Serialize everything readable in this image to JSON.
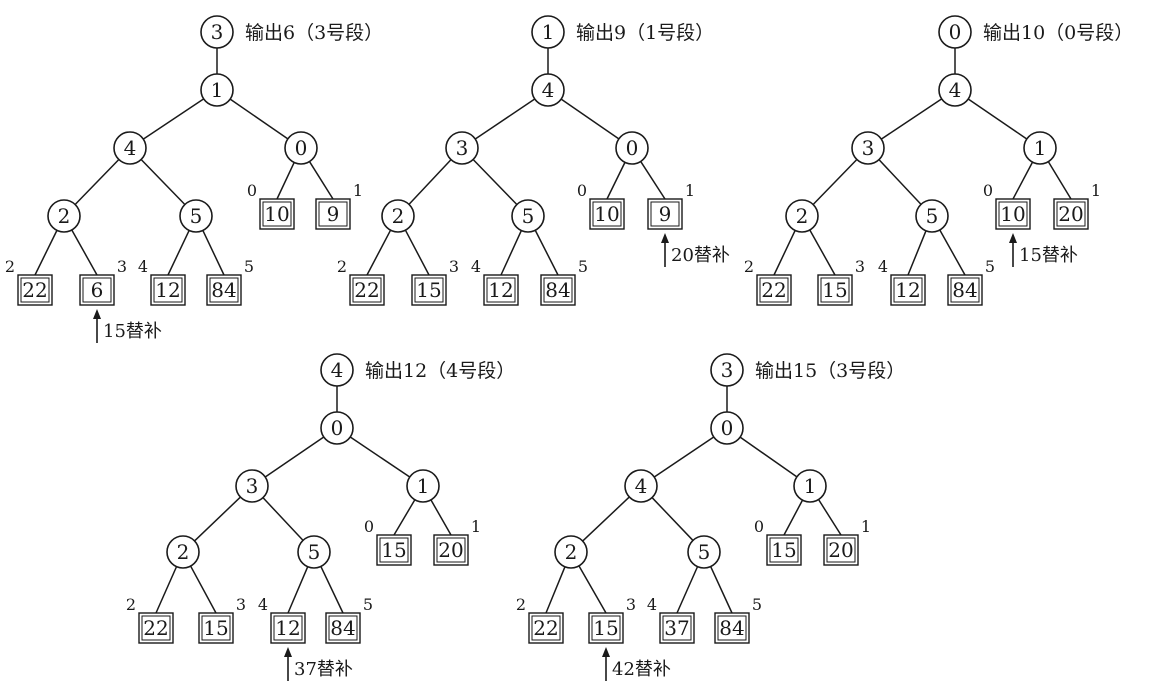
{
  "trees": [
    {
      "top_label": "3",
      "header_text": "输出6（3号段）",
      "internal_labels": [
        "1",
        "4",
        "0",
        "2",
        "5"
      ],
      "leaves": [
        {
          "index": "0",
          "value": "10"
        },
        {
          "index": "1",
          "value": "9"
        },
        {
          "index": "2",
          "value": "22"
        },
        {
          "index": "3",
          "value": "6"
        },
        {
          "index": "4",
          "value": "12"
        },
        {
          "index": "5",
          "value": "84"
        }
      ],
      "replacement": {
        "leaf": 3,
        "text": "15替补"
      }
    },
    {
      "top_label": "1",
      "header_text": "输出9（1号段）",
      "internal_labels": [
        "4",
        "3",
        "0",
        "2",
        "5"
      ],
      "leaves": [
        {
          "index": "0",
          "value": "10"
        },
        {
          "index": "1",
          "value": "9"
        },
        {
          "index": "2",
          "value": "22"
        },
        {
          "index": "3",
          "value": "15"
        },
        {
          "index": "4",
          "value": "12"
        },
        {
          "index": "5",
          "value": "84"
        }
      ],
      "replacement": {
        "leaf": 1,
        "text": "20替补"
      }
    },
    {
      "top_label": "0",
      "header_text": "输出10（0号段）",
      "internal_labels": [
        "4",
        "3",
        "1",
        "2",
        "5"
      ],
      "leaves": [
        {
          "index": "0",
          "value": "10"
        },
        {
          "index": "1",
          "value": "20"
        },
        {
          "index": "2",
          "value": "22"
        },
        {
          "index": "3",
          "value": "15"
        },
        {
          "index": "4",
          "value": "12"
        },
        {
          "index": "5",
          "value": "84"
        }
      ],
      "replacement": {
        "leaf": 0,
        "text": "15替补"
      }
    },
    {
      "top_label": "4",
      "header_text": "输出12（4号段）",
      "internal_labels": [
        "0",
        "3",
        "1",
        "2",
        "5"
      ],
      "leaves": [
        {
          "index": "0",
          "value": "15"
        },
        {
          "index": "1",
          "value": "20"
        },
        {
          "index": "2",
          "value": "22"
        },
        {
          "index": "3",
          "value": "15"
        },
        {
          "index": "4",
          "value": "12"
        },
        {
          "index": "5",
          "value": "84"
        }
      ],
      "replacement": {
        "leaf": 4,
        "text": "37替补"
      }
    },
    {
      "top_label": "3",
      "header_text": "输出15（3号段）",
      "internal_labels": [
        "0",
        "4",
        "1",
        "2",
        "5"
      ],
      "leaves": [
        {
          "index": "0",
          "value": "15"
        },
        {
          "index": "1",
          "value": "20"
        },
        {
          "index": "2",
          "value": "22"
        },
        {
          "index": "3",
          "value": "15"
        },
        {
          "index": "4",
          "value": "37"
        },
        {
          "index": "5",
          "value": "84"
        }
      ],
      "replacement": {
        "leaf": 3,
        "text": "42替补"
      }
    }
  ]
}
